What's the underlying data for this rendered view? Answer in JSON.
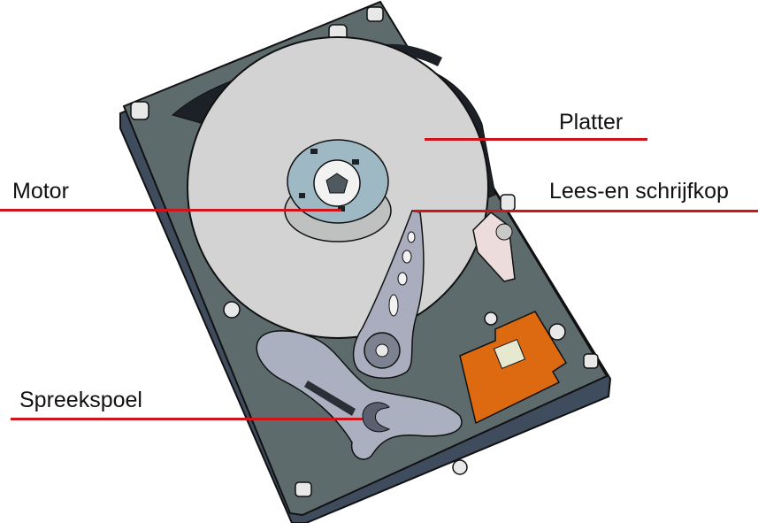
{
  "labels": {
    "platter": "Platter",
    "motor": "Motor",
    "read_write_head": "Lees-en schrijfkop",
    "voice_coil": "Spreekspoel"
  },
  "colors": {
    "leader_line": "#d0141c",
    "case_body": "#5e6b6c",
    "case_edge": "#3f4c5e",
    "platter": "#d3d3d3",
    "hub": "#9fb9c4",
    "arm": "#a9adbd",
    "connector": "#dd6a10"
  }
}
